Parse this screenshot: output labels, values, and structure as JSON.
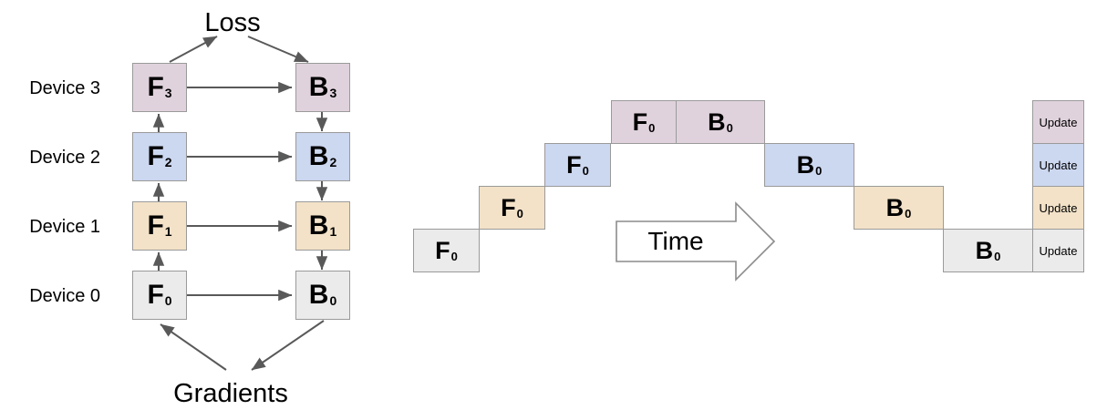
{
  "figure": {
    "left_panel": {
      "top_label": "Loss",
      "bottom_label": "Gradients",
      "devices": [
        {
          "name": "Device 3",
          "forward": "F",
          "forward_sub": "3",
          "backward": "B",
          "backward_sub": "3",
          "color": "#e0d2dc"
        },
        {
          "name": "Device 2",
          "forward": "F",
          "forward_sub": "2",
          "backward": "B",
          "backward_sub": "2",
          "color": "#ccd7f0"
        },
        {
          "name": "Device 1",
          "forward": "F",
          "forward_sub": "1",
          "backward": "B",
          "backward_sub": "1",
          "color": "#f3e2c8"
        },
        {
          "name": "Device 0",
          "forward": "F",
          "forward_sub": "0",
          "backward": "B",
          "backward_sub": "0",
          "color": "#ebebeb"
        }
      ]
    },
    "right_panel": {
      "time_arrow_label": "Time",
      "update_label": "Update",
      "rows": [
        {
          "device": "Device 3",
          "color": "#e0d2dc",
          "forward": "F",
          "forward_sub": "0",
          "backward": "B",
          "backward_sub": "0",
          "update": "Update"
        },
        {
          "device": "Device 2",
          "color": "#ccd7f0",
          "forward": "F",
          "forward_sub": "0",
          "backward": "B",
          "backward_sub": "0",
          "update": "Update"
        },
        {
          "device": "Device 1",
          "color": "#f3e2c8",
          "forward": "F",
          "forward_sub": "0",
          "backward": "B",
          "backward_sub": "0",
          "update": "Update"
        },
        {
          "device": "Device 0",
          "color": "#ebebeb",
          "forward": "F",
          "forward_sub": "0",
          "backward": "B",
          "backward_sub": "0",
          "update": "Update"
        }
      ]
    }
  },
  "colors": {
    "pink": "#e0d2dc",
    "blue": "#ccd7f0",
    "tan": "#f3e2c8",
    "gray": "#ebebeb",
    "border": "#9a9a9a",
    "arrow": "#595959",
    "background": "#ffffff"
  }
}
